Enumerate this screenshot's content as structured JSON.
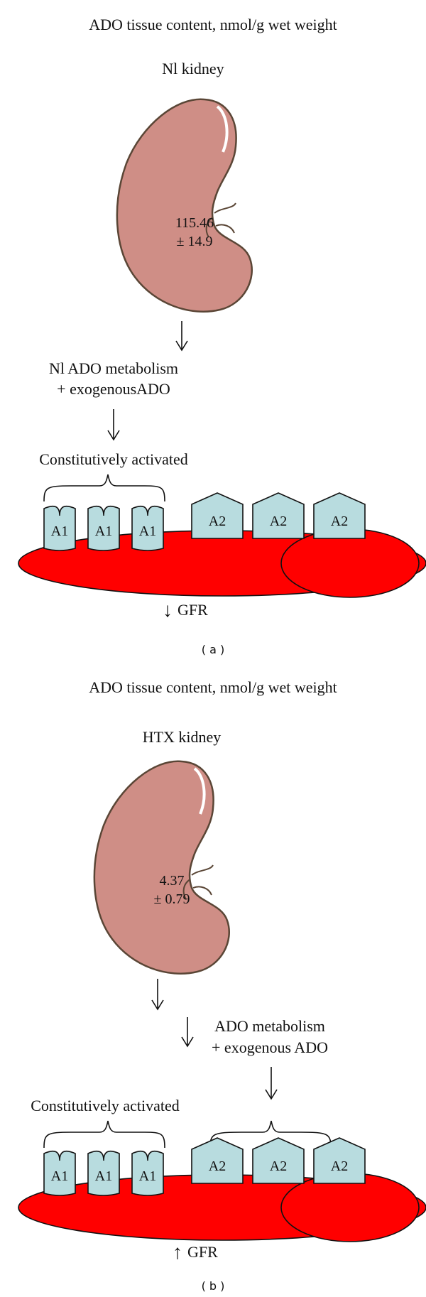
{
  "colors": {
    "kidney_fill": "#cf8e86",
    "kidney_outline": "#5a4636",
    "membrane": "#ff0000",
    "receptor_fill": "#b8dcdf",
    "text": "#111111"
  },
  "panel_a": {
    "title": "ADO tissue content, nmol/g wet weight",
    "kidney_label": "Nl kidney",
    "value_line1": "115.46",
    "value_line2": "± 14.9",
    "metabolism_line1": "Nl ADO metabolism",
    "metabolism_line2": "+ exogenousADO",
    "activated_label": "Constitutively activated",
    "a1_labels": [
      "A1",
      "A1",
      "A1"
    ],
    "a2_labels": [
      "A2",
      "A2",
      "A2"
    ],
    "gfr_arrow": "↓",
    "gfr_label": "GFR",
    "caption": "( a )"
  },
  "panel_b": {
    "title": "ADO tissue content, nmol/g wet weight",
    "kidney_label": "HTX kidney",
    "value_line1": "4.37",
    "value_line2": "± 0.79",
    "metabolism_line1": "ADO metabolism",
    "metabolism_line2": "+ exogenous ADO",
    "activated_label": "Constitutively activated",
    "a1_labels": [
      "A1",
      "A1",
      "A1"
    ],
    "a2_labels": [
      "A2",
      "A2",
      "A2"
    ],
    "gfr_arrow": "↑",
    "gfr_label": "GFR",
    "caption": "( b )"
  }
}
